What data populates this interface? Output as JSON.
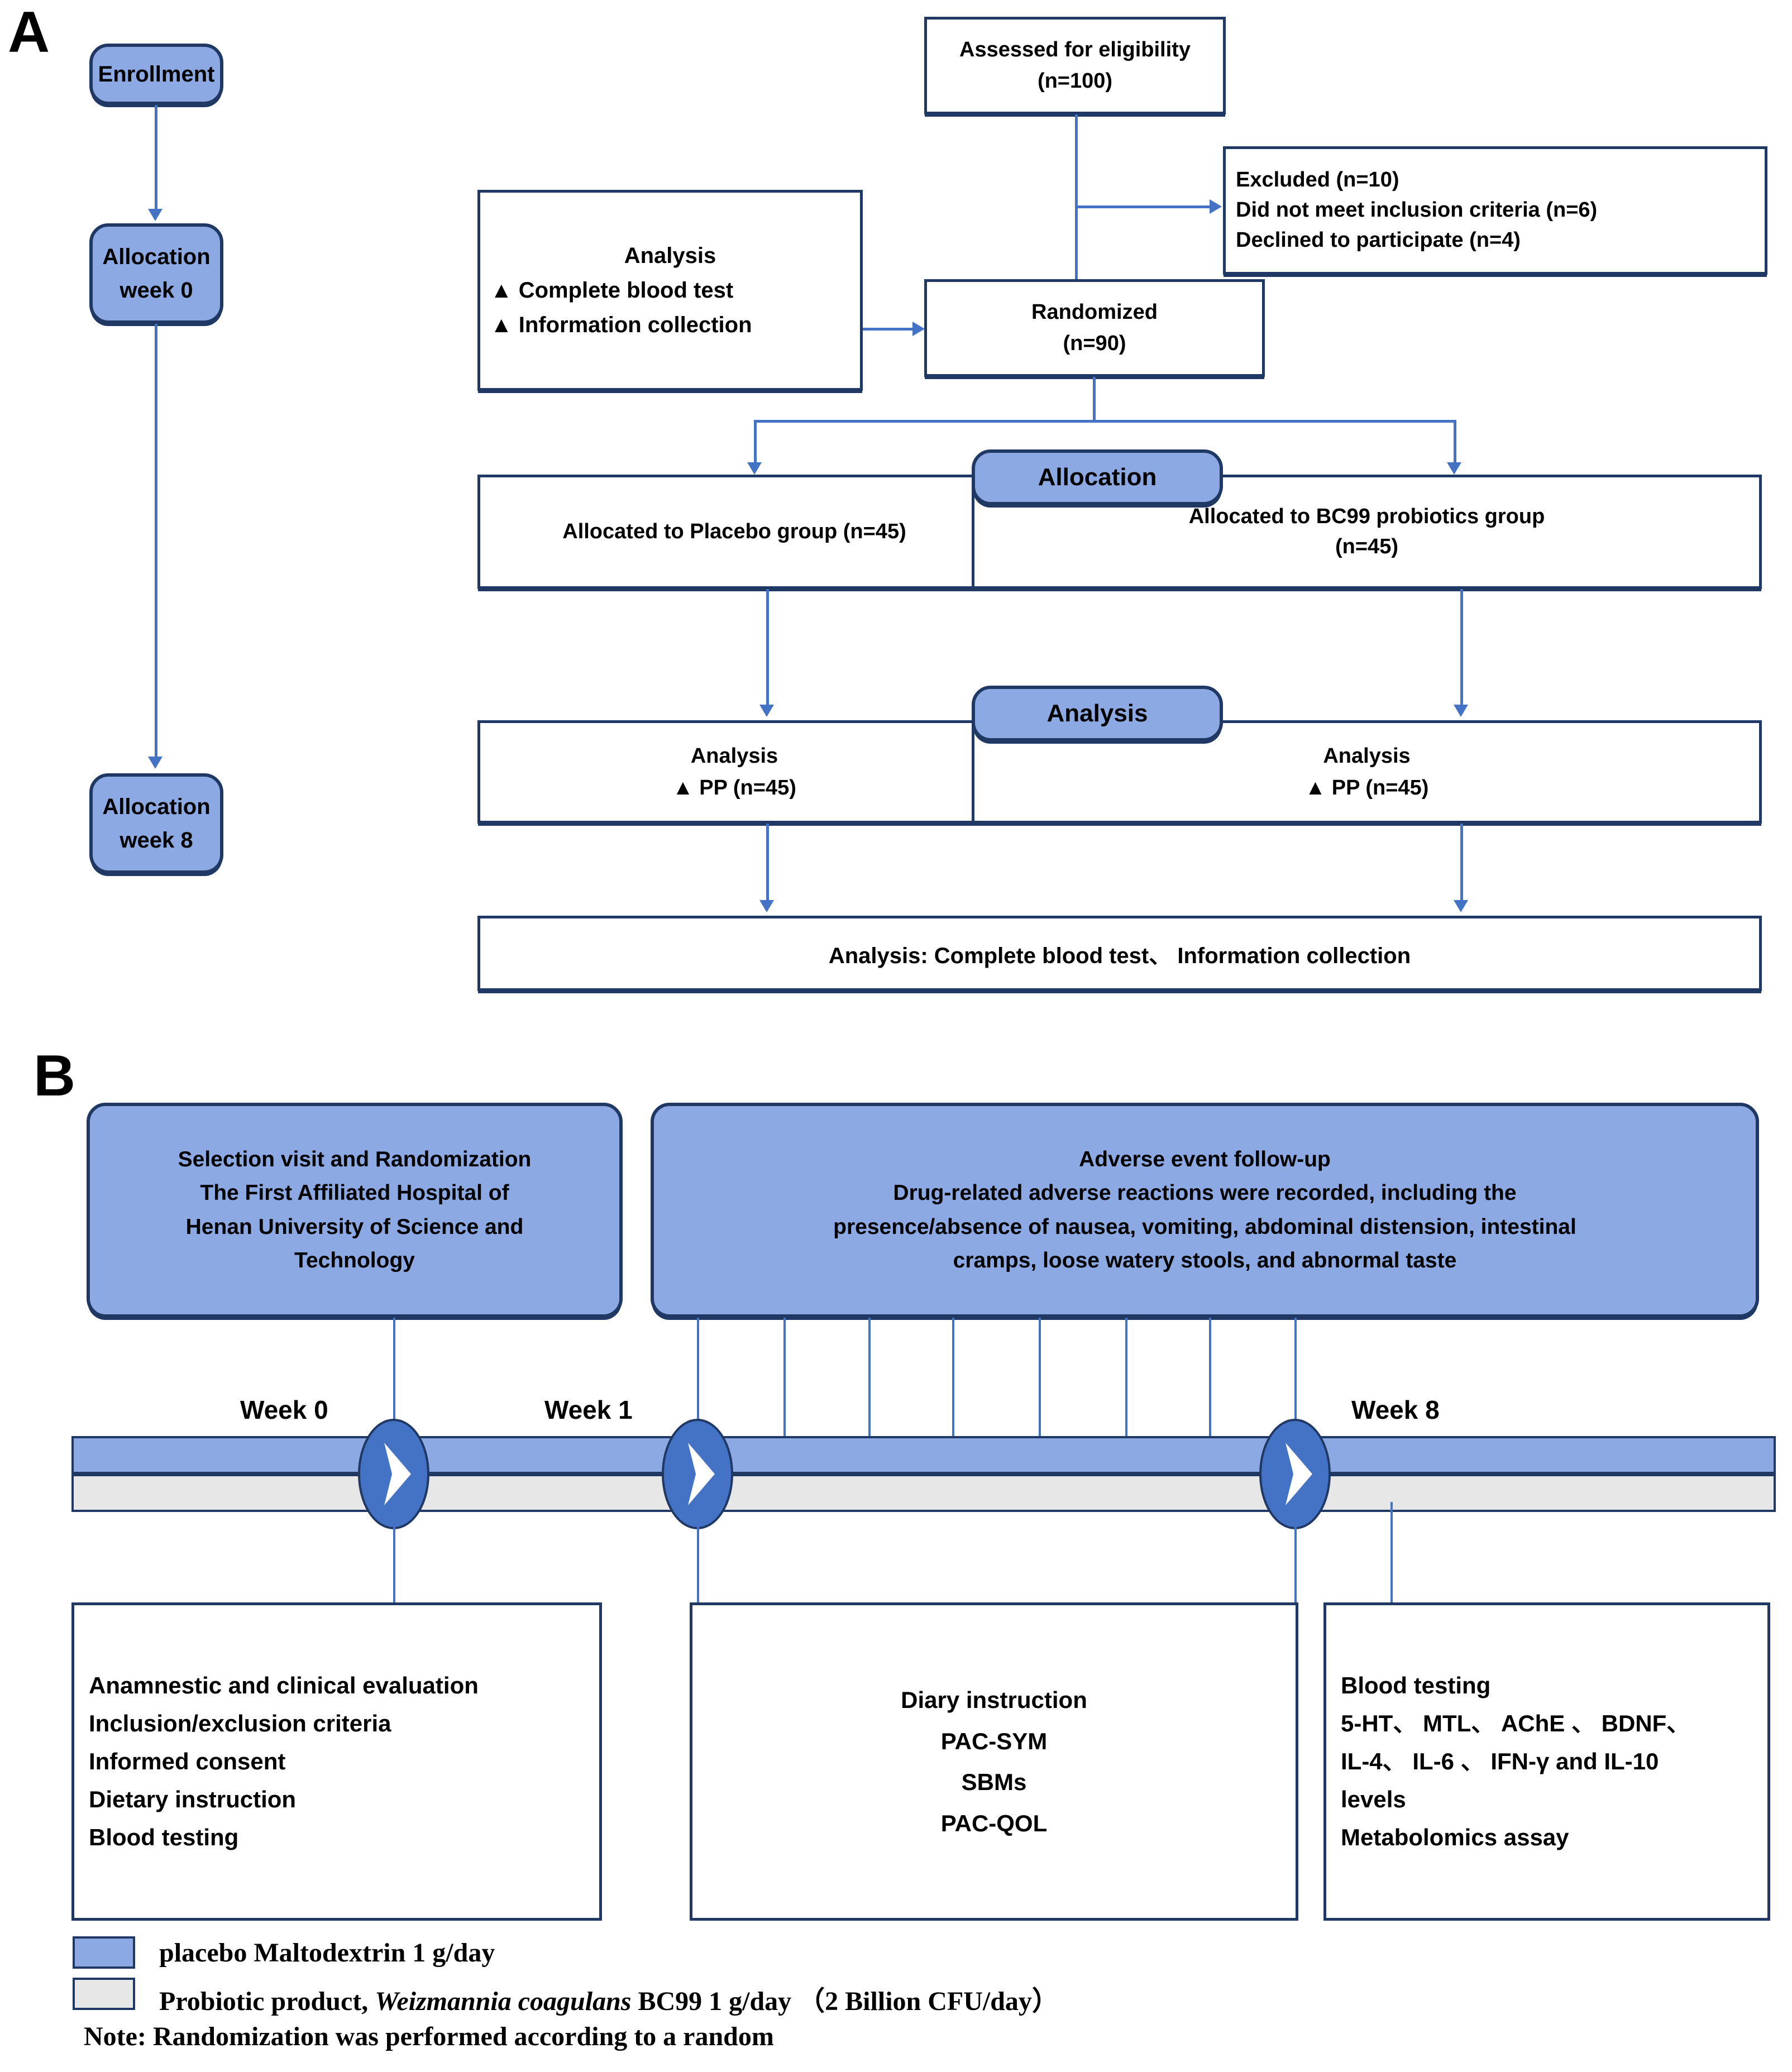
{
  "figure": {
    "panel_a_letter": "A",
    "panel_b_letter": "B"
  },
  "panel_a": {
    "stage_boxes": [
      {
        "id": "enrollment",
        "label": "Enrollment"
      },
      {
        "id": "allocation-week-0",
        "label_line1": "Allocation",
        "label_line2": "week 0"
      },
      {
        "id": "allocation-week-8",
        "label_line1": "Allocation",
        "label_line2": "week 8"
      }
    ],
    "assessed": {
      "line1": "Assessed for eligibility",
      "line2": "(n=100)"
    },
    "excluded": {
      "line1": "Excluded (n=10)",
      "line2": "Did not meet inclusion criteria (n=6)",
      "line3": "Declined to participate (n=4)"
    },
    "baseline_analysis": {
      "title": "Analysis",
      "item1": "▲ Complete blood test",
      "item2": "▲ Information collection"
    },
    "randomized": {
      "line1": "Randomized",
      "line2": "(n=90)"
    },
    "allocation_header": "Allocation",
    "analysis_header": "Analysis",
    "allocated_placebo": "Allocated to Placebo group (n=45)",
    "allocated_bc99": {
      "line1": "Allocated to BC99 probiotics group",
      "line2": "(n=45)"
    },
    "analysis_left": {
      "title": "Analysis",
      "item": "▲ PP (n=45)"
    },
    "analysis_right": {
      "title": "Analysis",
      "item": "▲ PP (n=45)"
    },
    "final_analysis": "Analysis: Complete blood test、 Information collection"
  },
  "panel_b": {
    "selection_box": {
      "line1": "Selection visit and Randomization",
      "line2": "The First Affiliated Hospital of",
      "line3": "Henan University of Science and",
      "line4": "Technology"
    },
    "adverse_box": {
      "line1": "Adverse event follow-up",
      "line2": "Drug-related adverse reactions were recorded, including the",
      "line3": "presence/absence of nausea, vomiting, abdominal distension, intestinal",
      "line4": "cramps, loose watery stools, and abnormal taste"
    },
    "week_labels": [
      {
        "id": "week-0",
        "label": "Week 0"
      },
      {
        "id": "week-1",
        "label": "Week 1"
      },
      {
        "id": "week-8",
        "label": "Week 8"
      }
    ],
    "week0_box": {
      "line1": "Anamnestic and clinical evaluation",
      "line2": "Inclusion/exclusion criteria",
      "line3": "Informed consent",
      "line4": "Dietary instruction",
      "line5": "Blood testing"
    },
    "week1_box": {
      "line1": "Diary instruction",
      "line2": "PAC-SYM",
      "line3": "SBMs",
      "line4": "PAC-QOL"
    },
    "week8_box": {
      "line1": "Blood testing",
      "line2": "5-HT、 MTL、 AChE 、 BDNF、",
      "line3": "IL-4、 IL-6 、 IFN-γ and IL-10",
      "line4": "levels",
      "line5": "Metabolomics assay"
    },
    "legend": {
      "placebo": "placebo Maltodextrin 1 g/day",
      "probiotic_pre": "Probiotic product, ",
      "probiotic_italic": "Weizmannia coagulans",
      "probiotic_post": " BC99 1 g/day （2 Billion CFU/day）",
      "note": "Note: Randomization was performed according to a random"
    }
  },
  "colors": {
    "box_blue": "#8CA9E3",
    "border_navy": "#1F3864",
    "connector_blue": "#4472C4",
    "timeline_gray": "#E7E7E7"
  }
}
